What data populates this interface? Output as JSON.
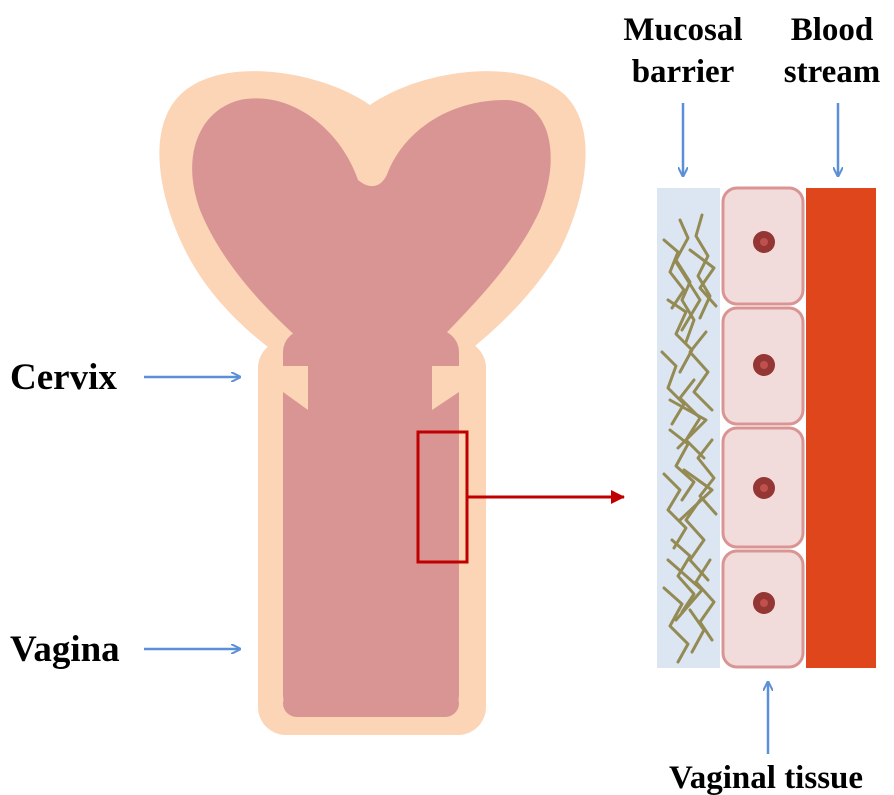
{
  "labels": {
    "cervix": "Cervix",
    "vagina": "Vagina",
    "mucosal_barrier_line1": "Mucosal",
    "mucosal_barrier_line2": "barrier",
    "blood_stream_line1": "Blood",
    "blood_stream_line2": "stream",
    "vaginal_tissue": "Vaginal tissue"
  },
  "colors": {
    "organ_outer": "#fbd5b5",
    "organ_inner": "#d99594",
    "label_arrow": "#5b8fd6",
    "zoom_highlight": "#c00000",
    "mucus_background": "#dce6f2",
    "mucus_fibers": "#948a54",
    "cell_fill": "#f2dcdb",
    "cell_border": "#d99594",
    "nucleus_outer": "#943634",
    "nucleus_inner": "#c0504d",
    "blood_stream": "#e0461b"
  },
  "cell_count": 4
}
